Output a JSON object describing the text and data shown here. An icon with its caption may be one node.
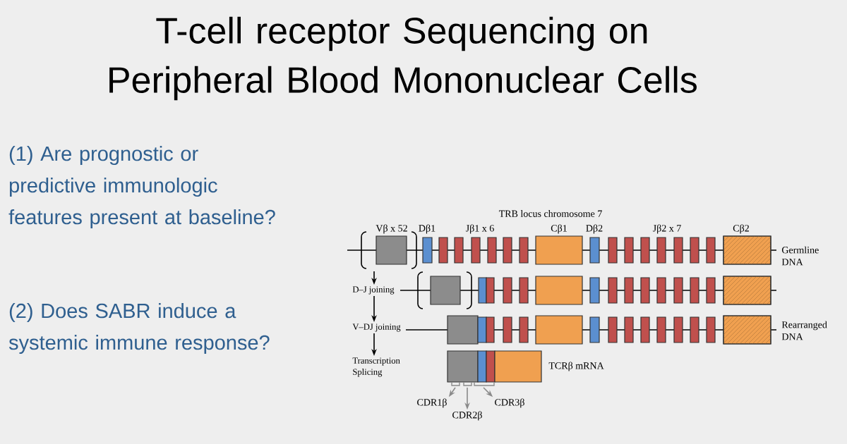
{
  "diagram": {
    "title": "T-cell receptor Sequencing on Peripheral Blood Mononuclear Cells",
    "nodes": [
      {
        "text": [
          "D–J joining"
        ]
      },
      {
        "text": [
          "V–DJ joining"
        ]
      },
      {
        "text": [
          "Transcription Splicing"
        ]
      },
      {
        "text": [
          "CDR1β"
        ]
      },
      {
        "text": [
          "CDR2β"
        ]
      },
      {
        "text": [
          "CDR3β"
        ]
      }
    ],
    "edges": [
      {
        "from": null,
        "to": 0,
        "arrow": "to"
      },
      {
        "from": 0,
        "to": 1,
        "arrow": "to"
      },
      {
        "from": 1,
        "to": 2,
        "arrow": "to"
      },
      {
        "from": null,
        "to": 3,
        "arrow": "to",
        "color": "#8a8a8a"
      },
      {
        "from": null,
        "to": 4,
        "arrow": "to",
        "color": "#8a8a8a"
      },
      {
        "from": null,
        "to": 5,
        "arrow": "to",
        "color": "#8a8a8a"
      }
    ],
    "labels": [
      "(1) Are prognostic or predictive immunologic features present at baseline?",
      "(2) Does SABR induce a systemic immune response?",
      "TRB locus chromosome 7",
      "Vβ x 52",
      "Dβ1",
      "Jβ1 x 6",
      "Cβ1",
      "Dβ2",
      "Jβ2 x 7",
      "Cβ2",
      "Germline DNA",
      "Rearranged DNA",
      "TCRβ mRNA"
    ]
  }
}
